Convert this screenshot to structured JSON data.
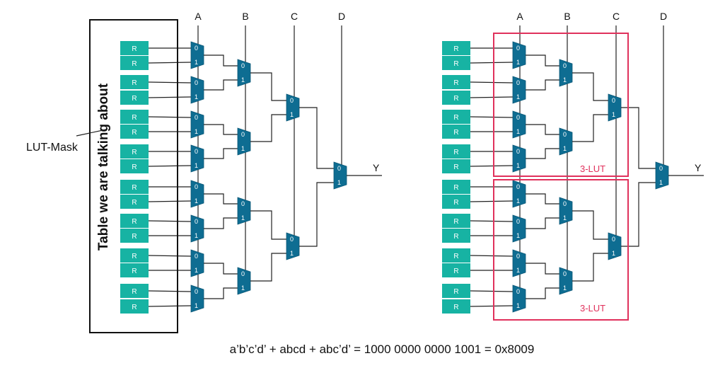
{
  "register_label": "R",
  "mux_input_labels": [
    "0",
    "1"
  ],
  "left_circuit": {
    "inputs": [
      "A",
      "B",
      "C",
      "D"
    ],
    "output": "Y",
    "table_title": "Table we are talking about",
    "mask_label": "LUT-Mask"
  },
  "right_circuit": {
    "inputs": [
      "A",
      "B",
      "C",
      "D"
    ],
    "output": "Y",
    "lut_labels": [
      "3-LUT",
      "3-LUT"
    ]
  },
  "equation": "a’b’c’d’ + abcd + abc’d’ = 1000 0000 0000 1001 = 0x8009",
  "colors": {
    "mux": "#0e6d92",
    "register": "#17b3a3",
    "lut_box": "#e0315c"
  }
}
